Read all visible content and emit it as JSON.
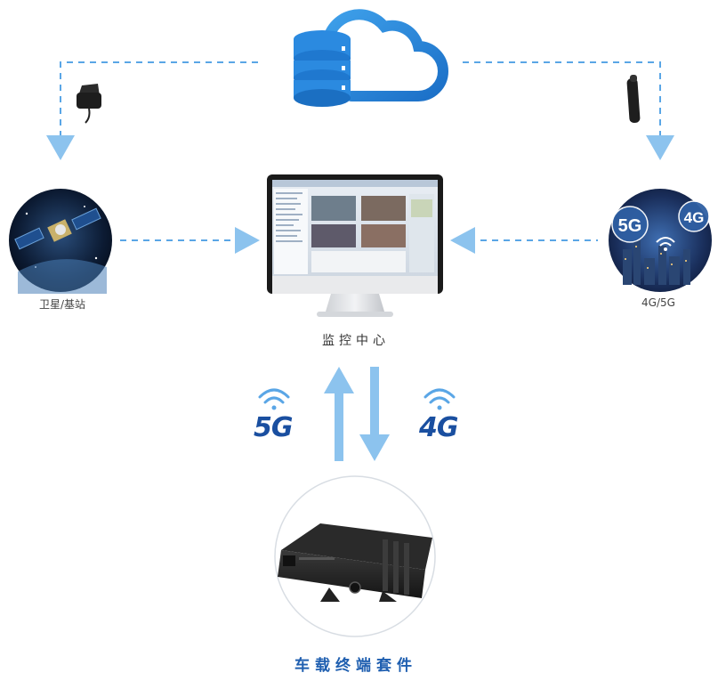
{
  "nodes": {
    "satellite": {
      "label": "卫星/基站"
    },
    "network": {
      "label": "4G/5G",
      "bubble_5g": "5G",
      "bubble_4g": "4G"
    },
    "monitor_center": {
      "label": "监控中心"
    },
    "vehicle_terminal": {
      "label": "车载终端套件"
    }
  },
  "links": {
    "uplink_badge": "5G",
    "downlink_badge": "4G"
  },
  "colors": {
    "accent_blue": "#2a7fd1",
    "dashed_line": "#5aa6e6",
    "arrow_light": "#8cc3ee",
    "badge_text": "#1a4fa0"
  }
}
